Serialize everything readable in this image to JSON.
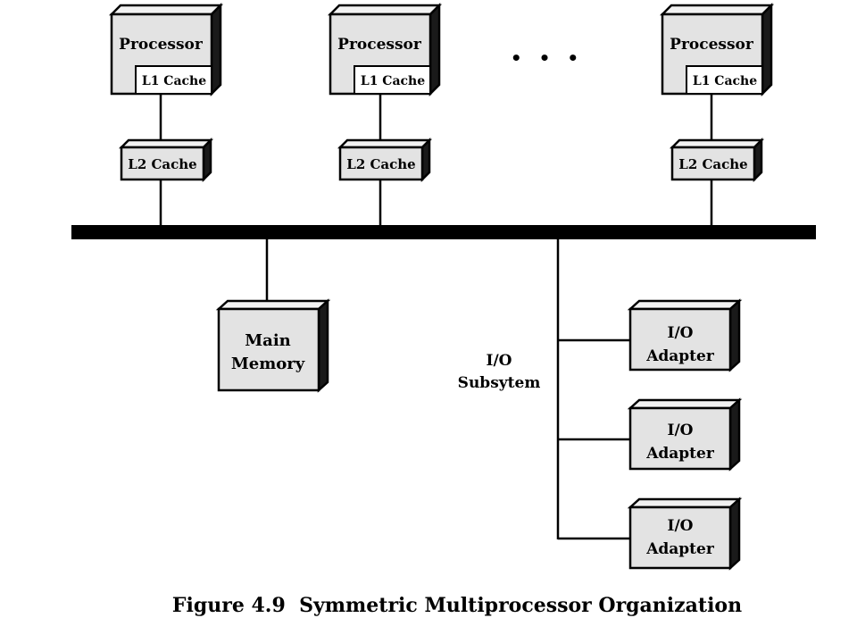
{
  "processors": [
    {
      "label": "Processor",
      "l1_label": "L1 Cache",
      "l2_label": "L2 Cache"
    },
    {
      "label": "Processor",
      "l1_label": "L1 Cache",
      "l2_label": "L2 Cache"
    },
    {
      "label": "Processor",
      "l1_label": "L1 Cache",
      "l2_label": "L2 Cache"
    }
  ],
  "ellipsis": "• • •",
  "main_memory": {
    "line1": "Main",
    "line2": "Memory"
  },
  "io_subsystem": {
    "line1": "I/O",
    "line2": "Subsytem"
  },
  "io_adapters": [
    {
      "line1": "I/O",
      "line2": "Adapter"
    },
    {
      "line1": "I/O",
      "line2": "Adapter"
    },
    {
      "line1": "I/O",
      "line2": "Adapter"
    }
  ],
  "caption": "Figure 4.9  Symmetric Multiprocessor Organization"
}
